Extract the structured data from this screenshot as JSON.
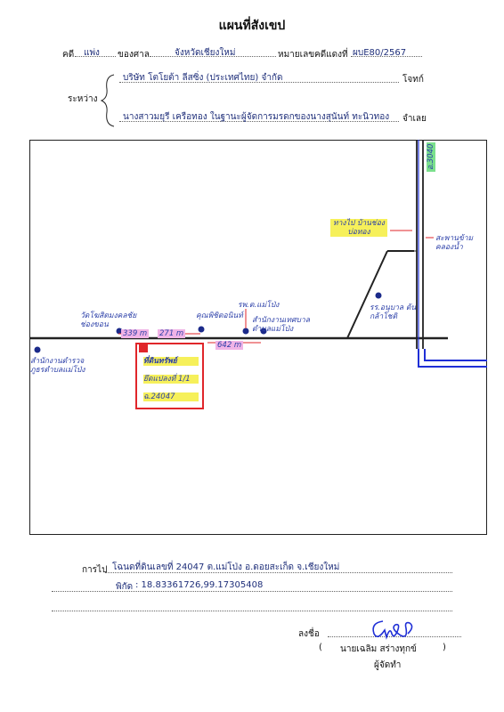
{
  "document": {
    "title": "แผนที่สังเขป",
    "case_label": "คดี",
    "case_type": "แพ่ง",
    "court_label": "ของศาล",
    "court_name": "จังหวัดเชียงใหม่",
    "black_case_label": "หมายเลขคดีแดงที่",
    "black_case_no": "ผบE80/2567",
    "between_label": "ระหว่าง",
    "plaintiff_name": "บริษัท โตโยต้า ลีสซิ่ง (ประเทศไทย) จำกัด",
    "plaintiff_role": "โจทก์",
    "defendant_name": "นางสาวมยุรี เครือทอง ในฐานะผู้จัดการมรดกของนางสุนันท์ ทะนิวทอง",
    "defendant_role": "จำเลย"
  },
  "map": {
    "road_label": "อ.3040",
    "junction_label": "ทางไป บ้านช่องบ่อทอง",
    "canal_label": "สะพานข้ามคลองน้ำ",
    "school_label": "รร.อนุบาล ต้นกล้าโชติ",
    "temple_label": "วัดโฆสิตมงคลชัย ช่องขอน",
    "temple_distance": "339 m",
    "shop_label": "คุณพิชิตอนินท์",
    "shop_distance": "271 m",
    "hospital_label": "รพ.ต.แม่โป่ง",
    "office_label": "สำนักงานเทศบาล ตำบลแม่โป่ง",
    "office_distance": "642 m",
    "police_label": "สำนักงานตำรวจ ภูธรตำบลแม่โป่ง",
    "land_line1": "ที่ดินทรัพย์",
    "land_line2": "ยึดแปลงที่ 1/1",
    "land_line3": "ฉ.24047",
    "colors": {
      "river": "#1f2fd6",
      "road": "#222222",
      "land": "#e0262a",
      "pen": "#2b3fa8"
    }
  },
  "footer": {
    "directions_label": "การไป",
    "directions_text": "โฉนดที่ดินเลขที่ 24047 ต.แม่โป่ง อ.ดอยสะเก็ด จ.เชียงใหม่",
    "coords_label": "พิกัด",
    "coords_value": ": 18.83361726,99.17305408",
    "sign_label": "ลงชื่อ",
    "paren_open": "(",
    "signer_name": "นายเฉลิม สร่างทุกข์",
    "paren_close": ")",
    "signer_role": "ผู้จัดทำ"
  }
}
